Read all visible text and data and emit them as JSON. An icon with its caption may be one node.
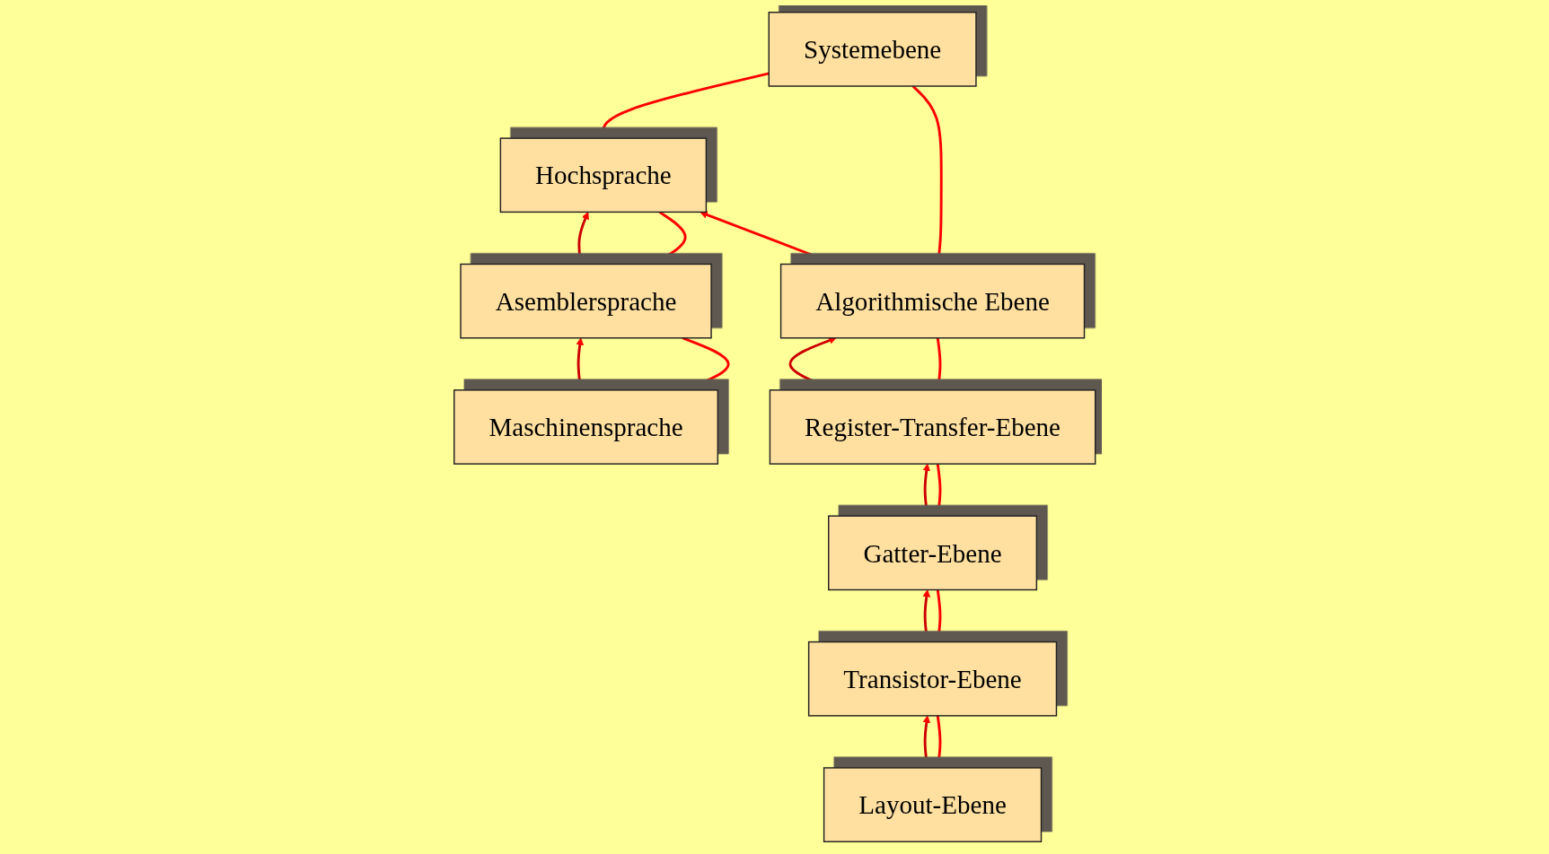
{
  "diagram": {
    "nodes": [
      {
        "text": [
          "Systemebene"
        ]
      },
      {
        "text": [
          "Hochsprache"
        ]
      },
      {
        "text": [
          "Asemblersprache"
        ]
      },
      {
        "text": [
          "Maschinensprache"
        ]
      },
      {
        "text": [
          "Algorithmische Ebene"
        ]
      },
      {
        "text": [
          "Register-Transfer-Ebene"
        ]
      },
      {
        "text": [
          "Gatter-Ebene"
        ]
      },
      {
        "text": [
          "Transistor-Ebene"
        ]
      },
      {
        "text": [
          "Layout-Ebene"
        ]
      }
    ],
    "edges": [
      {
        "from": 0,
        "to": 1,
        "arrow": "to"
      },
      {
        "from": 0,
        "to": 4,
        "arrow": "to"
      },
      {
        "from": 1,
        "to": 4,
        "arrow": "both"
      },
      {
        "from": 1,
        "to": 2,
        "arrow": "to"
      },
      {
        "from": 2,
        "to": 3,
        "arrow": "to"
      },
      {
        "from": 4,
        "to": 5,
        "arrow": "to"
      },
      {
        "from": 5,
        "to": 6,
        "arrow": "to"
      },
      {
        "from": 6,
        "to": 7,
        "arrow": "to"
      },
      {
        "from": 7,
        "to": 8,
        "arrow": "to"
      },
      {
        "from": 2,
        "to": 1,
        "arrow": "to",
        "color": "#cc0000"
      },
      {
        "from": 3,
        "to": 2,
        "arrow": "to",
        "color": "#cc0000"
      },
      {
        "from": 5,
        "to": 4,
        "arrow": "to",
        "color": "#cc0000"
      },
      {
        "from": 6,
        "to": 5,
        "arrow": "to",
        "color": "#cc0000"
      },
      {
        "from": 7,
        "to": 6,
        "arrow": "to",
        "color": "#cc0000"
      },
      {
        "from": 8,
        "to": 7,
        "arrow": "to",
        "color": "#cc0000"
      }
    ]
  }
}
